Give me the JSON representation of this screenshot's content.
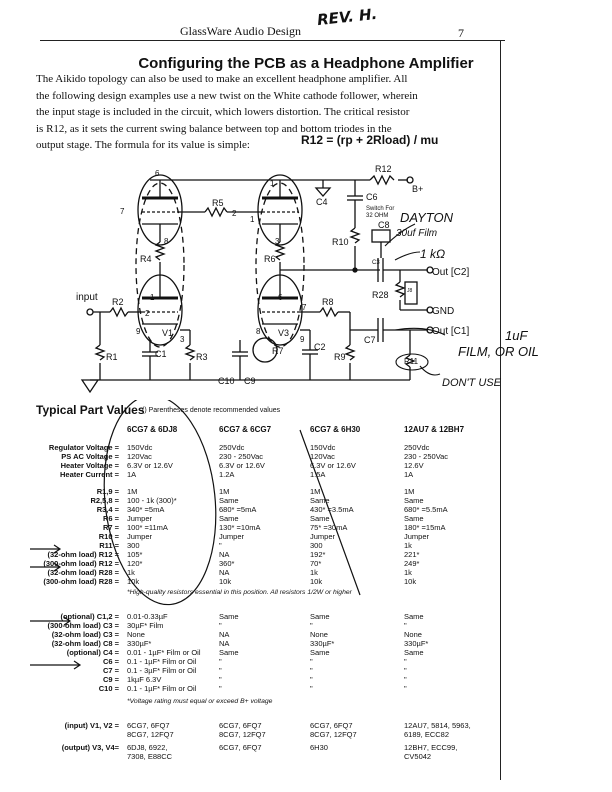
{
  "header": {
    "company": "GlassWare Audio Design",
    "page_number": "7",
    "rev_note": "REV. H."
  },
  "title": "Configuring the PCB as a Headphone Amplifier",
  "intro_lines": [
    "The Aikido topology can also be used to make an excellent headphone amplifier. All",
    "the following design examples use a new twist on the White cathode follower, wherein",
    "the input stage is included in the circuit, which lowers distortion. The critical resistor",
    "is R12, as it sets the current swing balance between top and bottom triodes in the",
    "output stage. The formula for its value is simple:"
  ],
  "formula": "R12 = (rp + 2Rload) / mu",
  "schematic": {
    "labels": {
      "r12": "R12",
      "bplus": "B+",
      "c6": "C6",
      "c4": "C4",
      "r5": "R5",
      "r4": "R4",
      "r6": "R6",
      "r10": "R10",
      "c8": "C8",
      "c3": "C3",
      "r28": "R28",
      "j8": "J8",
      "out_c2": "Out [C2]",
      "gnd": "GND",
      "out_c1": "Out [C1]",
      "c7": "C7",
      "r11": "R11",
      "input": "input",
      "r2": "R2",
      "r1": "R1",
      "c1": "C1",
      "r3": "R3",
      "v1": "V1",
      "v3": "V3",
      "r8": "R8",
      "r7": "R7",
      "c2": "C2",
      "r9": "R9",
      "c10": "C10",
      "c9": "C9",
      "switch_note_1": "Switch For",
      "switch_note_2": "32 OHM"
    },
    "pins": [
      "6",
      "7",
      "8",
      "2",
      "1",
      "3",
      "9",
      "1",
      "2",
      "3",
      "6",
      "7",
      "8",
      "9",
      "1"
    ],
    "handwritten": {
      "dayton": "DAYTON",
      "film": "30uf Film",
      "ohm": "1 kΩ",
      "uf": "1uF",
      "film_or_oil": "FILM, OR OIL",
      "dont_use": "DON'T USE"
    }
  },
  "table": {
    "title": "Typical Part Values",
    "note": "() Parentheses denote recommended values",
    "columns": [
      "6CG7 & 6DJ8",
      "6CG7 & 6CG7",
      "6CG7 & 6H30",
      "12AU7 & 12BH7"
    ],
    "spec_rows": [
      {
        "label": "Regulator Voltage =",
        "v": [
          "150Vdc",
          "250Vdc",
          "150Vdc",
          "250Vdc"
        ]
      },
      {
        "label": "PS AC Voltage =",
        "v": [
          "120Vac",
          "230 - 250Vac",
          "120Vac",
          "230 - 250Vac"
        ]
      },
      {
        "label": "Heater Voltage =",
        "v": [
          "6.3V or 12.6V",
          "6.3V or 12.6V",
          "6.3V or 12.6V",
          "12.6V"
        ]
      },
      {
        "label": "Heater Current =",
        "v": [
          "1A",
          "1.2A",
          "1.5A",
          "1A"
        ]
      }
    ],
    "resistor_rows": [
      {
        "label": "R1,9 =",
        "v": [
          "1M",
          "1M",
          "1M",
          "1M"
        ]
      },
      {
        "label": "R2,5,8 =",
        "v": [
          "100 - 1k (300)*",
          "Same",
          "Same",
          "Same"
        ]
      },
      {
        "label": "R3,4 =",
        "v": [
          "340* =5mA",
          "680* =5mA",
          "430* =3.5mA",
          "680* =5.5mA"
        ]
      },
      {
        "label": "R6 =",
        "v": [
          "Jumper",
          "Same",
          "Same",
          "Same"
        ]
      },
      {
        "label": "R7 =",
        "v": [
          "100* =11mA",
          "130* =10mA",
          "75* =30mA",
          "180* =15mA"
        ]
      },
      {
        "label": "R10 =",
        "v": [
          "Jumper",
          "Jumper",
          "Jumper",
          "Jumper"
        ]
      },
      {
        "label": "R11 =",
        "v": [
          "300",
          "\"",
          "300",
          "1k"
        ]
      },
      {
        "label": "(32-ohm load) R12 =",
        "v": [
          "105*",
          "NA",
          "192*",
          "221*"
        ]
      },
      {
        "label": "(300-ohm load) R12 =",
        "v": [
          "120*",
          "360*",
          "70*",
          "249*"
        ]
      },
      {
        "label": "(32-ohm load) R28 =",
        "v": [
          "1k",
          "NA",
          "1k",
          "1k"
        ]
      },
      {
        "label": "(300-ohm load) R28 =",
        "v": [
          "10k",
          "10k",
          "10k",
          "10k"
        ]
      }
    ],
    "resistor_note": "*High-quality resistors essential in this position.  All resistors 1/2W or higher",
    "cap_rows": [
      {
        "label": "(optional) C1,2 =",
        "v": [
          "0.01-0.33µF",
          "Same",
          "Same",
          "Same"
        ]
      },
      {
        "label": "(300-ohm load) C3 =",
        "v": [
          "30µF* Film",
          "\"",
          "\"",
          "\""
        ]
      },
      {
        "label": "(32-ohm load) C3 =",
        "v": [
          "None",
          "NA",
          "None",
          "None"
        ]
      },
      {
        "label": "(32-ohm load) C8 =",
        "v": [
          "330µF*",
          "NA",
          "330µF*",
          "330µF*"
        ]
      },
      {
        "label": "(optional) C4 =",
        "v": [
          "0.01 - 1µF* Film or Oil",
          "Same",
          "Same",
          "Same"
        ]
      },
      {
        "label": "C6 =",
        "v": [
          "0.1 - 1µF* Film or Oil",
          "\"",
          "\"",
          "\""
        ]
      },
      {
        "label": "C7 =",
        "v": [
          "0.1 - 3µF* Film or Oil",
          "\"",
          "\"",
          "\""
        ]
      },
      {
        "label": "C9 =",
        "v": [
          "1kµF 6.3V",
          "\"",
          "\"",
          "\""
        ]
      },
      {
        "label": "C10 =",
        "v": [
          "0.1 - 1µF* Film or Oil",
          "\"",
          "\"",
          "\""
        ]
      }
    ],
    "cap_note": "*Voltage rating must equal or exceed B+ voltage",
    "tube_rows": [
      {
        "label": "(input) V1, V2 =",
        "v": [
          "6CG7, 6FQ7\n8CG7, 12FQ7",
          "6CG7, 6FQ7\n8CG7, 12FQ7",
          "6CG7, 6FQ7\n8CG7, 12FQ7",
          "12AU7, 5814, 5963,\n6189, ECC82"
        ]
      },
      {
        "label": "(output) V3, V4=",
        "v": [
          "6DJ8, 6922,\n7308, E88CC",
          "6CG7, 6FQ7",
          "6H30",
          "12BH7, ECC99,\nCV5042"
        ]
      }
    ]
  }
}
